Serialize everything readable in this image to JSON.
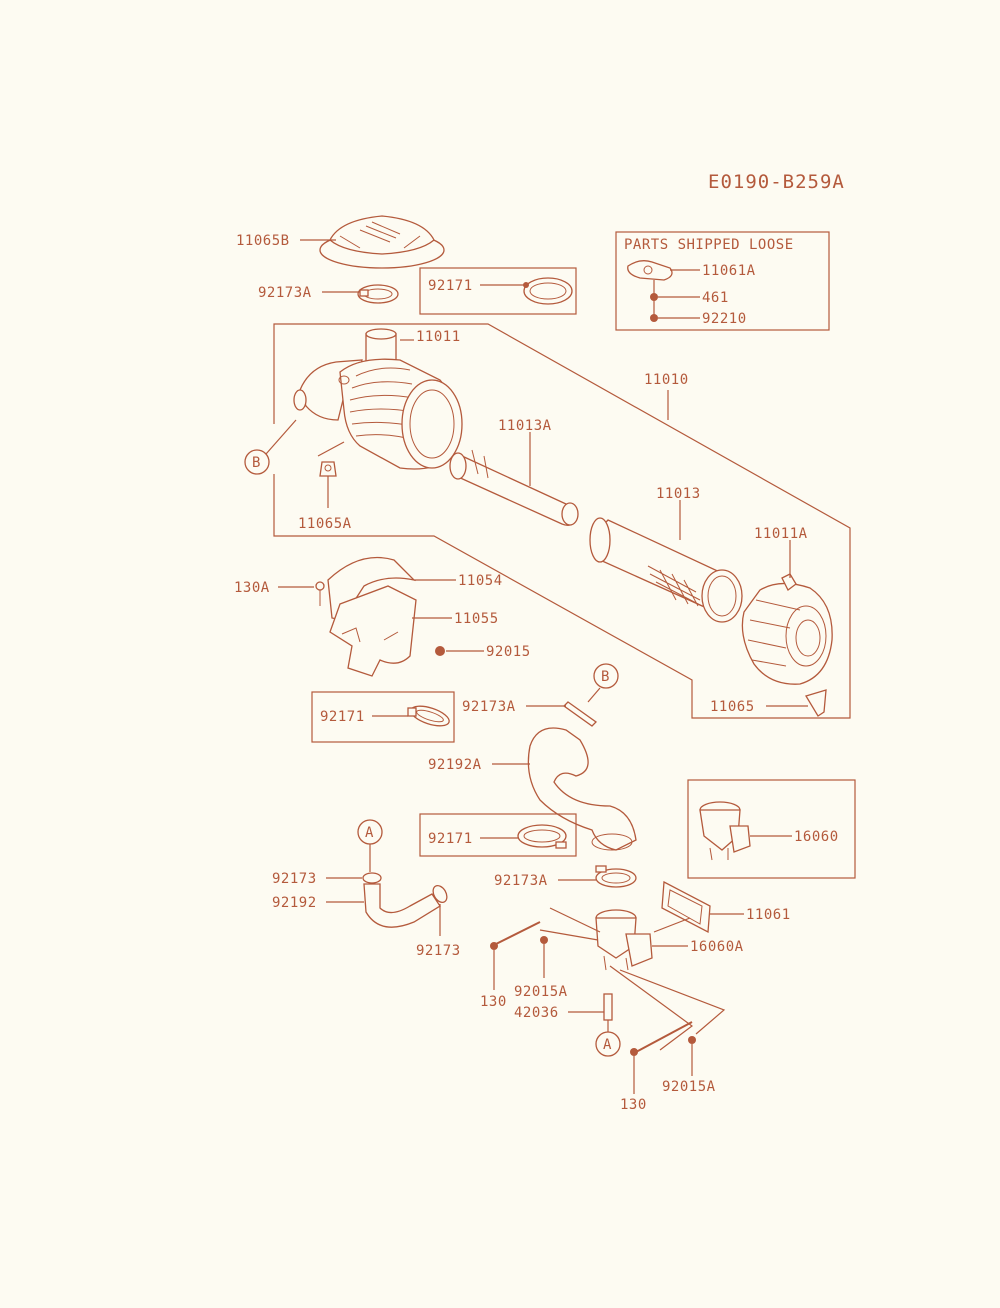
{
  "diagram_code": "E0190-B259A",
  "loose_box": {
    "title": "PARTS SHIPPED LOOSE",
    "items": [
      "11061A",
      "461",
      "92210"
    ]
  },
  "labels": {
    "p11065B": "11065B",
    "p92173A_top": "92173A",
    "p92171_top": "92171",
    "p11011": "11011",
    "p11010": "11010",
    "p11013A": "11013A",
    "p11013": "11013",
    "p11011A": "11011A",
    "p11065A": "11065A",
    "p130A": "130A",
    "p11054": "11054",
    "p11055": "11055",
    "p92015": "92015",
    "p92171_mid": "92171",
    "p92173A_mid": "92173A",
    "p11065": "11065",
    "p92192A": "92192A",
    "p16060": "16060",
    "p92171_low": "92171",
    "p92173_a": "92173",
    "p92192": "92192",
    "p92173_b": "92173",
    "p92173A_low": "92173A",
    "p11061": "11061",
    "p16060A": "16060A",
    "p130_a": "130",
    "p92015A_a": "92015A",
    "p42036": "42036",
    "p130_b": "130",
    "p92015A_b": "92015A"
  },
  "markers": {
    "B_left": "B",
    "B_right": "B",
    "A_left": "A",
    "A_bottom": "A"
  },
  "colors": {
    "line": "#b45a3c",
    "background": "#fdfbf2"
  }
}
